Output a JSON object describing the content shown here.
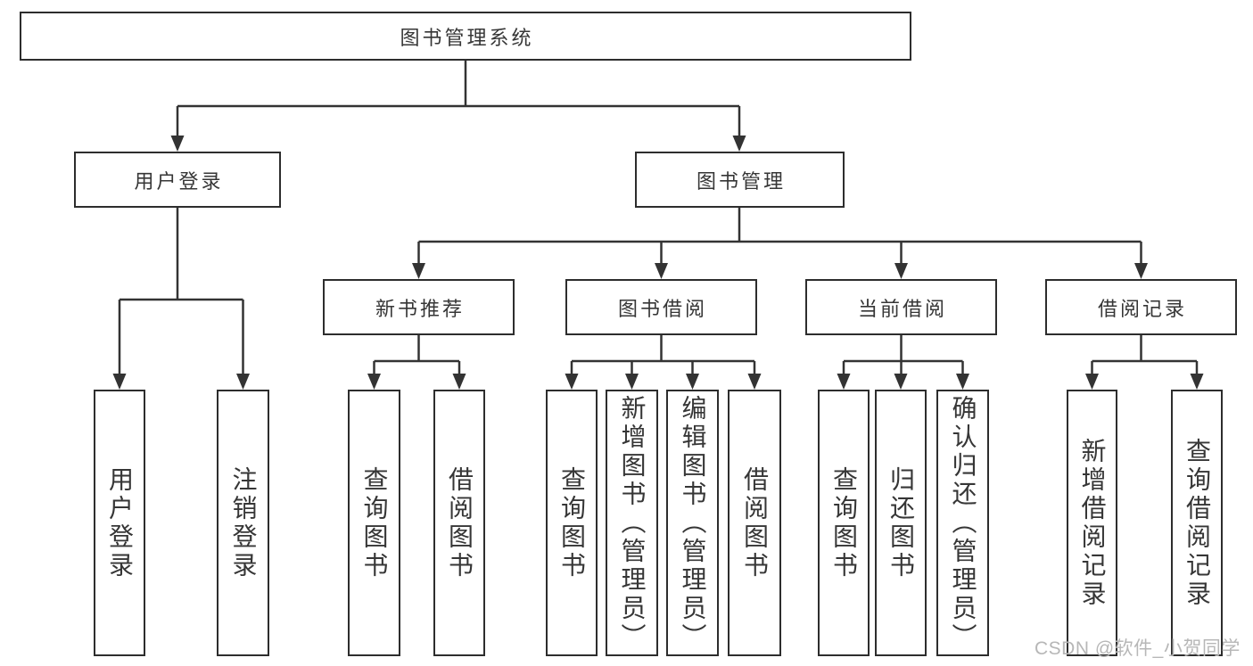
{
  "tree": {
    "label": "图书管理系统",
    "children": [
      {
        "label": "用户登录",
        "children": [
          {
            "label": "用户登录"
          },
          {
            "label": "注销登录"
          }
        ]
      },
      {
        "label": "图书管理",
        "children": [
          {
            "label": "新书推荐",
            "children": [
              {
                "label": "查询图书"
              },
              {
                "label": "借阅图书"
              }
            ]
          },
          {
            "label": "图书借阅",
            "children": [
              {
                "label": "查询图书"
              },
              {
                "label": "新增图书（管理员）"
              },
              {
                "label": "编辑图书（管理员）"
              },
              {
                "label": "借阅图书"
              }
            ]
          },
          {
            "label": "当前借阅",
            "children": [
              {
                "label": "查询图书"
              },
              {
                "label": "归还图书"
              },
              {
                "label": "确认归还（管理员）"
              }
            ]
          },
          {
            "label": "借阅记录",
            "children": [
              {
                "label": "新增借阅记录"
              },
              {
                "label": "查询借阅记录"
              }
            ]
          }
        ]
      }
    ]
  },
  "watermark": "CSDN @软件_小贺同学",
  "colors": {
    "line": "#333333",
    "box_border": "#2d2d2d",
    "box_fill": "#ffffff",
    "text": "#363636",
    "watermark": "#b7b7b7"
  }
}
